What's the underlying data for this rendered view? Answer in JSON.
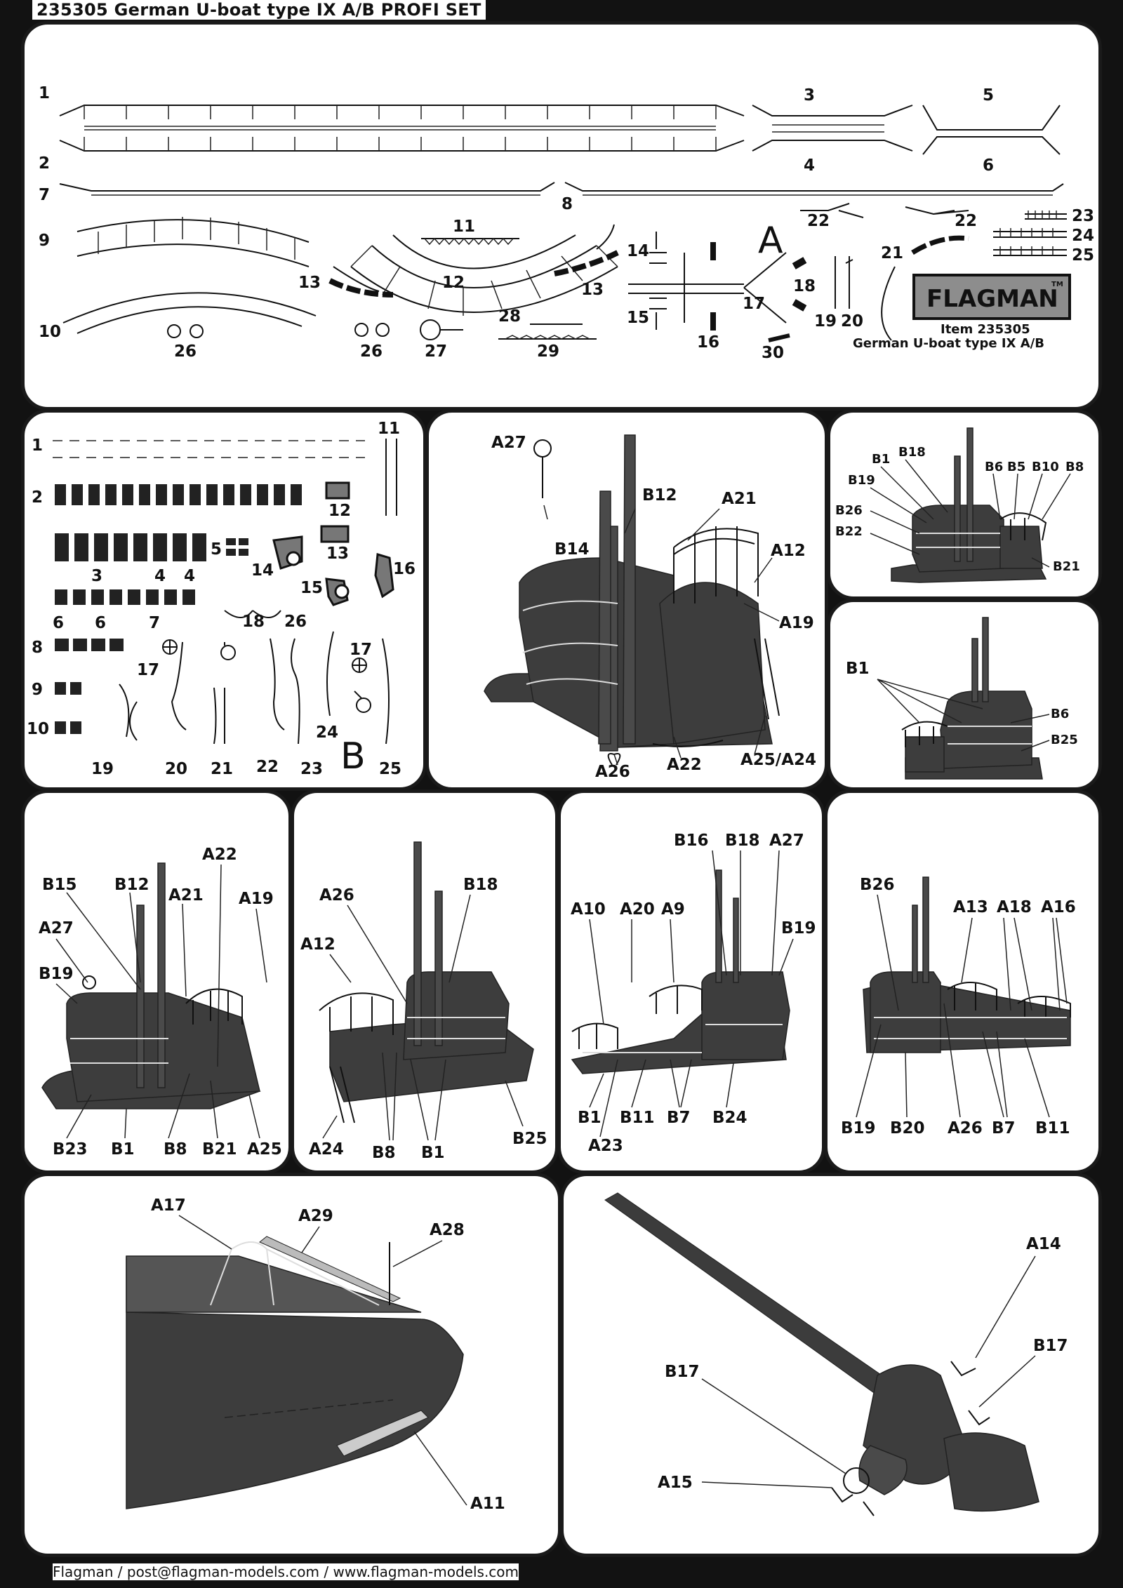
{
  "header": {
    "title": "235305 German U-boat type IX A/B PROFI SET"
  },
  "footer": {
    "text": "Flagman / post@flagman-models.com / www.flagman-models.com"
  },
  "fret_a": {
    "letter": "A",
    "part_numbers": [
      "1",
      "2",
      "3",
      "4",
      "5",
      "6",
      "7",
      "8",
      "9",
      "10",
      "11",
      "12",
      "13",
      "13",
      "14",
      "15",
      "16",
      "17",
      "18",
      "19",
      "20",
      "21",
      "22",
      "22",
      "23",
      "24",
      "25",
      "26",
      "26",
      "27",
      "28",
      "29",
      "30"
    ],
    "logo": {
      "brand": "FLAGMAN",
      "tm": "TM",
      "item": "Item 235305",
      "model": "German U-boat type IX A/B"
    }
  },
  "fret_b": {
    "letter": "B",
    "part_numbers": [
      "1",
      "2",
      "3",
      "4",
      "4",
      "5",
      "6",
      "6",
      "7",
      "8",
      "9",
      "10",
      "11",
      "12",
      "13",
      "14",
      "15",
      "16",
      "17",
      "17",
      "18",
      "19",
      "20",
      "21",
      "22",
      "23",
      "24",
      "25",
      "26"
    ]
  },
  "diagrams": {
    "tower_main": [
      "A27",
      "B12",
      "A21",
      "B14",
      "A12",
      "A19",
      "A26",
      "A22",
      "A25/A24"
    ],
    "tower_small_top": [
      "B1",
      "B18",
      "B19",
      "B26",
      "B22",
      "B6",
      "B5",
      "B10",
      "B8",
      "B21"
    ],
    "tower_small_mid": [
      "B1",
      "B6",
      "B25"
    ],
    "tower_1": [
      "B15",
      "B12",
      "A21",
      "A22",
      "A19",
      "A27",
      "B19",
      "B23",
      "B1",
      "B8",
      "B21",
      "A25"
    ],
    "tower_2": [
      "A26",
      "B18",
      "A12",
      "A24",
      "B8",
      "B1",
      "B25"
    ],
    "tower_3": [
      "B16",
      "B18",
      "A27",
      "A10",
      "A20",
      "A9",
      "B19",
      "B1",
      "B11",
      "B7",
      "B24",
      "A23"
    ],
    "tower_4": [
      "B26",
      "A13",
      "A18",
      "A16",
      "B19",
      "B20",
      "A26",
      "B7",
      "B11"
    ],
    "bow": [
      "A17",
      "A29",
      "A28",
      "A11"
    ],
    "gun": [
      "A14",
      "B17",
      "B17",
      "A15"
    ]
  }
}
